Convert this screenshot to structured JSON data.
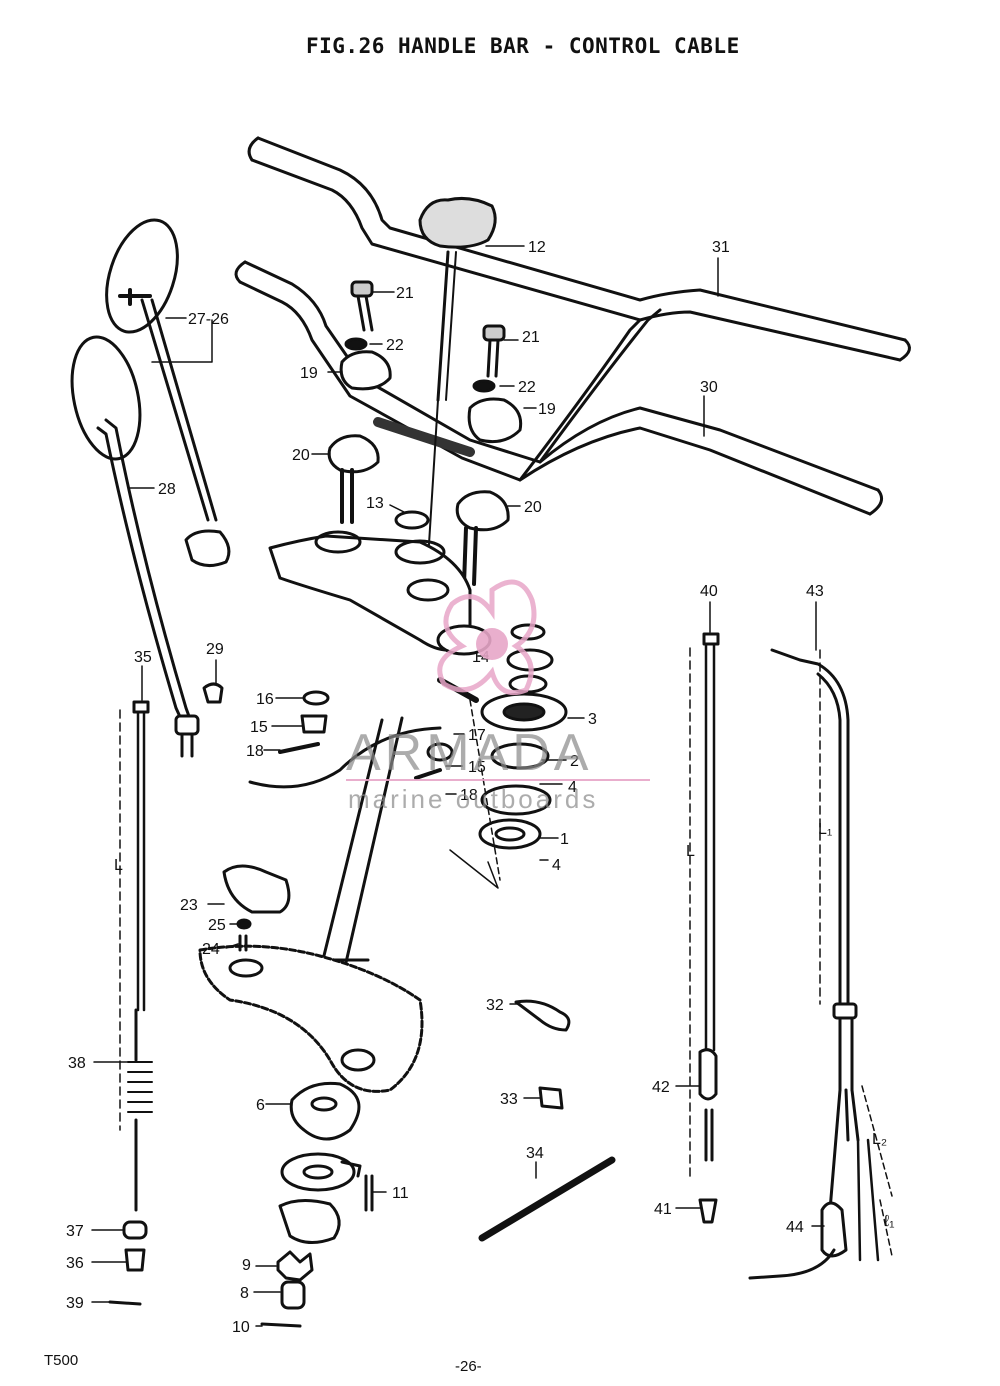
{
  "figure": {
    "title": "FIG.26 HANDLE BAR - CONTROL CABLE",
    "model": "T500",
    "page_number": "-26-"
  },
  "watermark": {
    "brand": "ARMADA",
    "tagline": "marine outboards",
    "color": "#e7a6c8",
    "text_color": "#8a8a8a"
  },
  "callouts": [
    "1",
    "2",
    "3",
    "4",
    "4",
    "6",
    "8",
    "9",
    "10",
    "11",
    "12",
    "13",
    "14",
    "15",
    "15",
    "16",
    "17",
    "18",
    "18",
    "19",
    "19",
    "20",
    "20",
    "21",
    "21",
    "22",
    "22",
    "23",
    "24",
    "25",
    "27-26",
    "28",
    "29",
    "30",
    "31",
    "32",
    "33",
    "34",
    "35",
    "36",
    "37",
    "38",
    "39",
    "40",
    "41",
    "42",
    "43",
    "44"
  ],
  "dimension_labels": [
    "L",
    "L",
    "L₁",
    "L₂",
    "ℓ₁"
  ]
}
